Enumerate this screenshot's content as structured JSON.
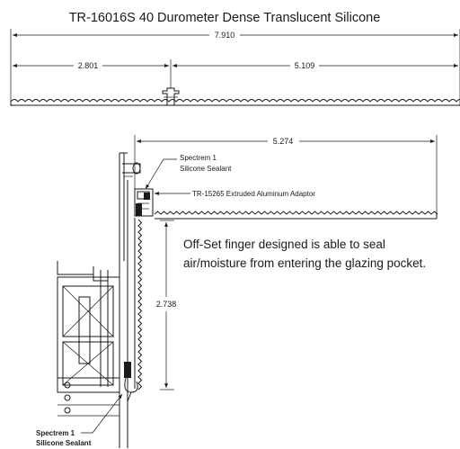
{
  "title": "TR-16016S 40 Durometer Dense Translucent Silicone",
  "dimensions": {
    "overall_width": "7.910",
    "left_segment": "2.801",
    "right_segment": "5.109",
    "installed_width": "5.274",
    "height": "2.738"
  },
  "callouts": {
    "top_sealant_line1": "Spectrem 1",
    "top_sealant_line2": "Silicone Sealant",
    "adaptor": "TR-15265 Extruded Aluminum Adaptor",
    "bottom_sealant_line1": "Spectrem 1",
    "bottom_sealant_line2": "Silicone Sealant"
  },
  "note": {
    "line1": "Off-Set finger designed is able to seal",
    "line2": "air/moisture from entering the glazing pocket."
  }
}
